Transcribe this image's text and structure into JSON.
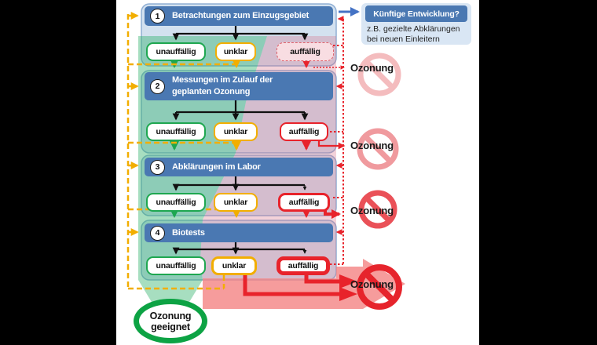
{
  "colors": {
    "header_blue": "#4a78b2",
    "container_blue": "#d3e1ef",
    "container_border": "#90afd4",
    "future_box_blue": "#d9e6f4",
    "green": "#1ea750",
    "yellow": "#f2ae00",
    "red": "#e8232b",
    "blue_arrow": "#4472c4",
    "green_overlay": "rgba(46,177,106,0.42)",
    "pink_overlay": "rgba(215,105,130,0.30)",
    "pink_arrow": "rgba(243,128,128,0.78)",
    "ellipse_green": "#0da344",
    "sign1": "#f4bcbe",
    "sign2": "#f09a9e",
    "sign3": "#ea5158",
    "sign4": "#e6242c",
    "auffallig1_bg": "#f8dde2",
    "auffallig1_border": "#e0606a"
  },
  "diagram": {
    "steps": [
      {
        "num": "1",
        "title": "Betrachtungen zum Einzugsgebiet",
        "title2": "",
        "outcomes": [
          "unauffällig",
          "unklar",
          "auffällig"
        ]
      },
      {
        "num": "2",
        "title": "Messungen im Zulauf der",
        "title2": "geplanten Ozonung",
        "outcomes": [
          "unauffällig",
          "unklar",
          "auffällig"
        ]
      },
      {
        "num": "3",
        "title": "Abklärungen im Labor",
        "title2": "",
        "outcomes": [
          "unauffällig",
          "unklar",
          "auffällig"
        ]
      },
      {
        "num": "4",
        "title": "Biotests",
        "title2": "",
        "outcomes": [
          "unauffällig",
          "unklar",
          "auffällig"
        ]
      }
    ],
    "future_box": {
      "title": "Künftige Entwicklung?",
      "line1": "z.B. gezielte Abklärungen",
      "line2": "bei neuen Einleitern"
    },
    "no_ozone_labels": [
      "Ozonung",
      "Ozonung",
      "Ozonung",
      "Ozonung"
    ],
    "result": {
      "line1": "Ozonung",
      "line2": "geeignet"
    }
  }
}
